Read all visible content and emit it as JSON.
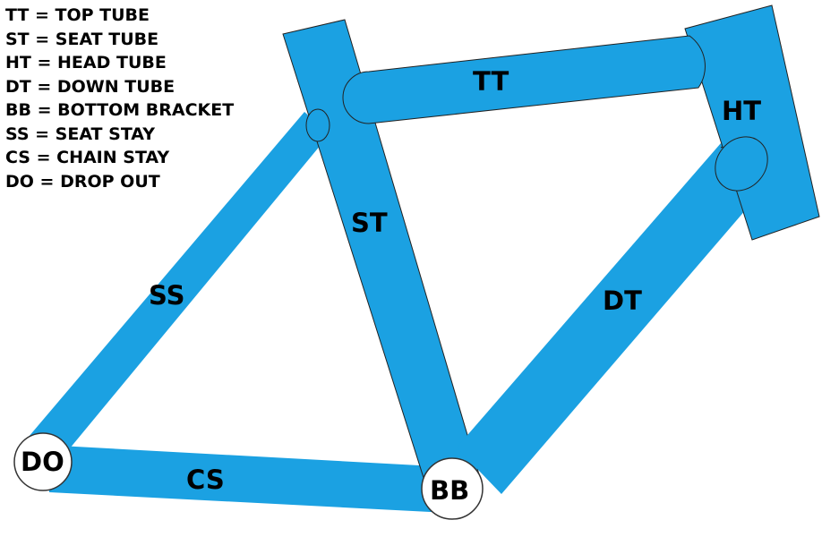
{
  "legend": [
    {
      "abbr": "TT",
      "text": "TT = TOP TUBE"
    },
    {
      "abbr": "ST",
      "text": "ST = SEAT TUBE"
    },
    {
      "abbr": "HT",
      "text": "HT = HEAD TUBE"
    },
    {
      "abbr": "DT",
      "text": "DT = DOWN TUBE"
    },
    {
      "abbr": "BB",
      "text": "BB = BOTTOM BRACKET"
    },
    {
      "abbr": "SS",
      "text": "SS = SEAT STAY"
    },
    {
      "abbr": "CS",
      "text": "CS = CHAIN STAY"
    },
    {
      "abbr": "DO",
      "text": "DO = DROP OUT"
    }
  ],
  "labels": {
    "tt": "TT",
    "ht": "HT",
    "st": "ST",
    "ss": "SS",
    "dt": "DT",
    "cs": "CS",
    "do": "DO",
    "bb": "BB"
  },
  "colors": {
    "tube": "#1ba1e2",
    "joint": "#ffffff",
    "outline": "#222222"
  }
}
